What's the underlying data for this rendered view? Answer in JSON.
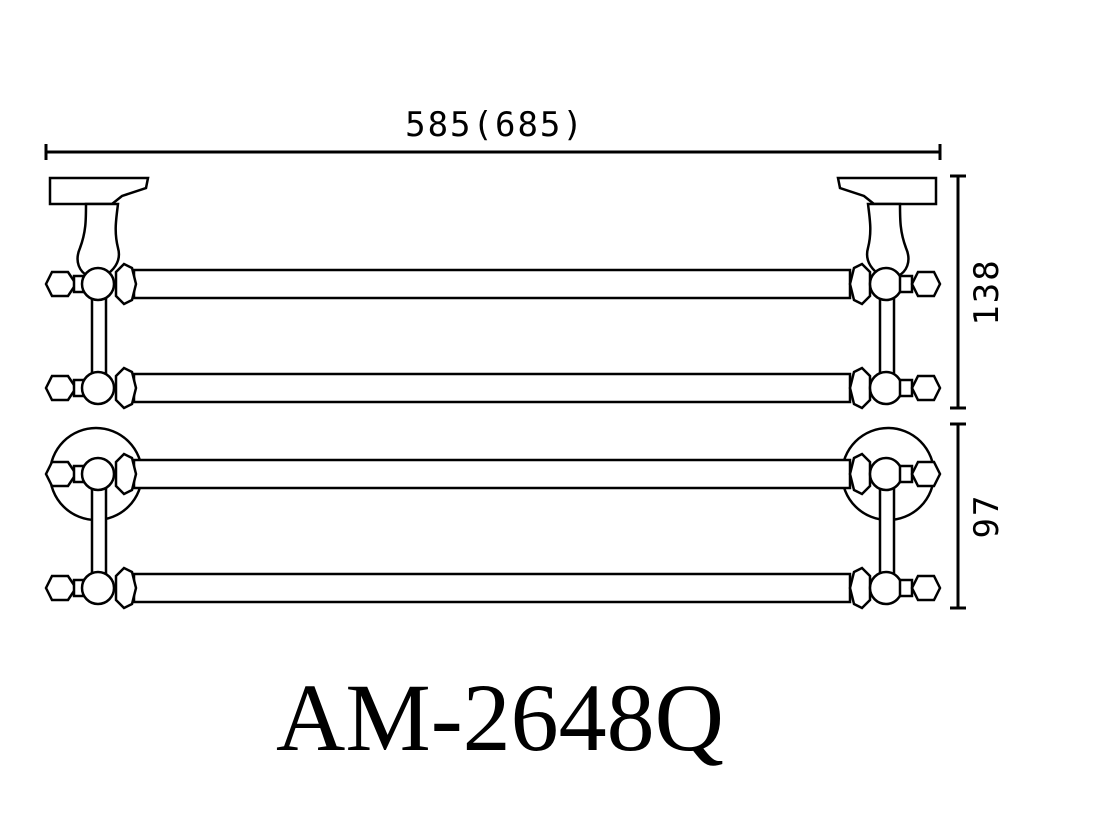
{
  "dimensions": {
    "width_label": "585(685)",
    "height_label": "138",
    "depth_label": "97"
  },
  "model": {
    "code": "AM-2648Q"
  },
  "colors": {
    "ink": "#000000",
    "paper": "#ffffff"
  }
}
